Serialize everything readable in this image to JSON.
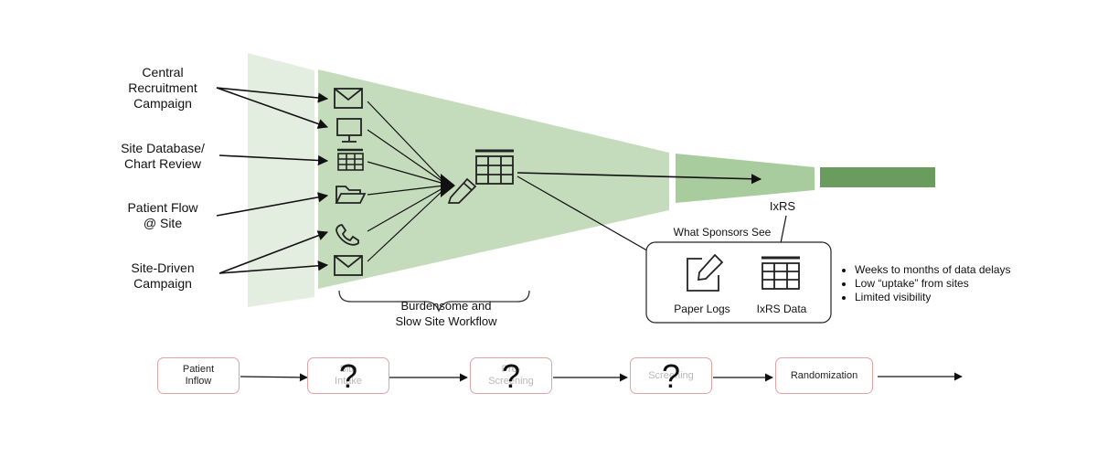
{
  "sources": [
    {
      "id": "central",
      "label": "Central\nRecruitment\nCampaign"
    },
    {
      "id": "database",
      "label": "Site Database/\nChart Review"
    },
    {
      "id": "flow",
      "label": "Patient Flow\n@ Site"
    },
    {
      "id": "sitedriven",
      "label": "Site-Driven\nCampaign"
    }
  ],
  "channel_icons": [
    "envelope-icon",
    "monitor-icon",
    "table-icon",
    "folder-icon",
    "phone-icon",
    "envelope-icon"
  ],
  "notes": {
    "workflow": "Burdensome and\nSlow Site Workflow",
    "ixrs": "IxRS",
    "sponsors": "What Sponsors See",
    "paper_logs": "Paper Logs",
    "ixrs_data": "IxRS Data"
  },
  "bullets": [
    "Weeks to months of data delays",
    "Low “uptake” from sites",
    "Limited visibility"
  ],
  "stages": [
    {
      "id": "inflow",
      "label": "Patient\nInflow",
      "unknown": false
    },
    {
      "id": "intake",
      "label": "Site\nIntake",
      "unknown": true
    },
    {
      "id": "prescreening",
      "label": "Pre-\nScreening",
      "unknown": true
    },
    {
      "id": "screening",
      "label": "Screening",
      "unknown": true
    },
    {
      "id": "randomization",
      "label": "Randomization",
      "unknown": false
    }
  ],
  "unknown_mark": "?",
  "colors": {
    "funnel_back": "#e4eee0",
    "funnel_main": "#c4dcbc",
    "funnel_narrow": "#a9cc9f",
    "funnel_tip": "#6a9c5d",
    "stage_border": "#e3a3a3"
  }
}
